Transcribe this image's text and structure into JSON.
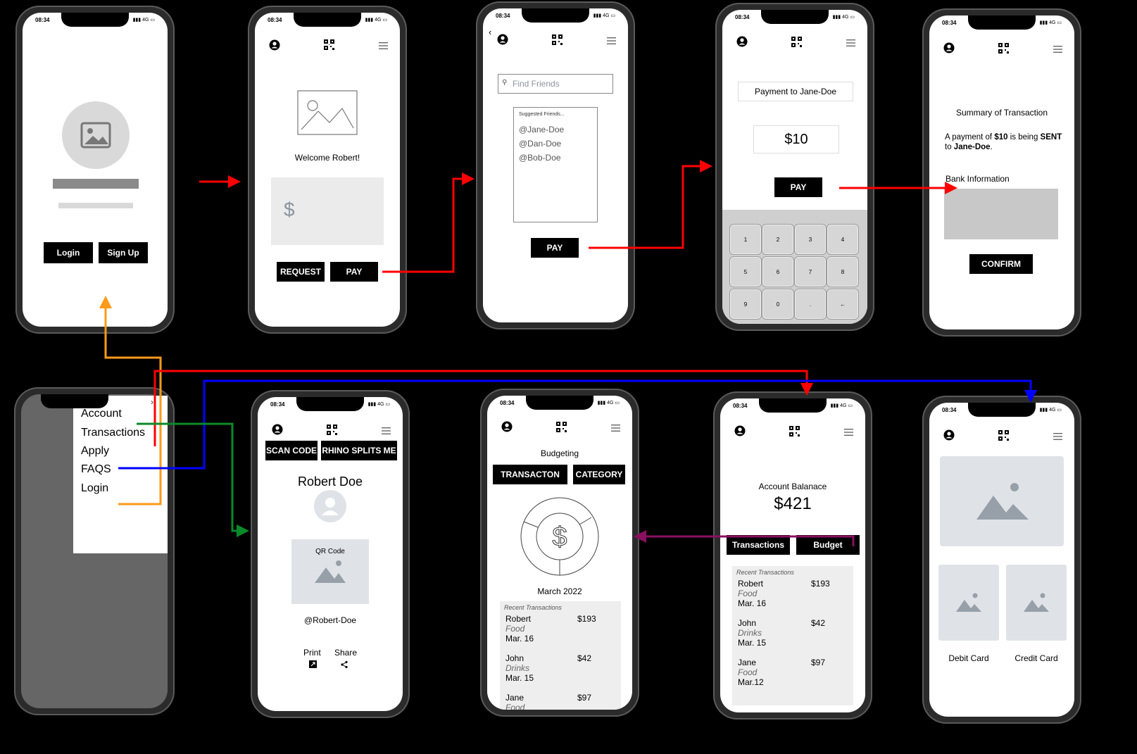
{
  "status": {
    "time": "08:34",
    "signal": "4G"
  },
  "login_screen": {
    "login_label": "Login",
    "signup_label": "Sign Up"
  },
  "home_screen": {
    "welcome": "Welcome Robert!",
    "currency_symbol": "$",
    "request_label": "REQUEST",
    "pay_label": "PAY"
  },
  "friends_screen": {
    "search_placeholder": "Find Friends",
    "suggested_title": "Suggested Friends...",
    "friends": [
      "@Jane-Doe",
      "@Dan-Doe",
      "@Bob-Doe"
    ],
    "pay_label": "PAY"
  },
  "payment_screen": {
    "title": "Payment to Jane-Doe",
    "amount": "$10",
    "pay_label": "PAY",
    "keys": [
      "1",
      "2",
      "3",
      "4",
      "5",
      "6",
      "7",
      "8",
      "9",
      "0",
      ".",
      "←"
    ]
  },
  "summary_screen": {
    "title": "Summary of Transaction",
    "line1_pre": "A payment of ",
    "line1_amount": "$10",
    "line1_mid": " is being ",
    "line1_status": "SENT",
    "line2_pre": "to ",
    "line2_recipient": "Jane-Doe",
    "line2_post": ".",
    "bank_label": "Bank Information",
    "confirm_label": "CONFIRM"
  },
  "menu_screen": {
    "items": [
      "Account",
      "Transactions",
      "Apply",
      "FAQS",
      "Login"
    ],
    "chevron": "›"
  },
  "profile_screen": {
    "scan_code_label": "SCAN CODE",
    "splits_label": "RHINO SPLITS ME",
    "name": "Robert Doe",
    "qr_label": "QR Code",
    "handle": "@Robert-Doe",
    "print_label": "Print",
    "share_label": "Share"
  },
  "budget_screen": {
    "title": "Budgeting",
    "transaction_label": "TRANSACTON",
    "category_label": "CATEGORY",
    "month": "March 2022",
    "recent_title": "Recent Transactions",
    "transactions": [
      {
        "name": "Robert",
        "category": "Food",
        "date": "Mar. 16",
        "amount": "$193"
      },
      {
        "name": "John",
        "category": "Drinks",
        "date": "Mar. 15",
        "amount": "$42"
      },
      {
        "name": "Jane",
        "category": "Food",
        "amount": "$97"
      }
    ]
  },
  "account_screen": {
    "balance_label": "Account Balanace",
    "balance": "$421",
    "transactions_label": "Transactions",
    "budget_label": "Budget",
    "recent_title": "Recent Transactions",
    "transactions": [
      {
        "name": "Robert",
        "category": "Food",
        "date": "Mar. 16",
        "amount": "$193"
      },
      {
        "name": "John",
        "category": "Drinks",
        "date": "Mar. 15",
        "amount": "$42"
      },
      {
        "name": "Jane",
        "category": "Food",
        "date": "Mar.12",
        "amount": "$97"
      }
    ]
  },
  "cards_screen": {
    "debit_label": "Debit Card",
    "credit_label": "Credit Card"
  },
  "colors": {
    "red": "#ff0000",
    "blue": "#0000ff",
    "green": "#0a8a2a",
    "orange": "#ff9a1a",
    "purple": "#8a1060"
  }
}
